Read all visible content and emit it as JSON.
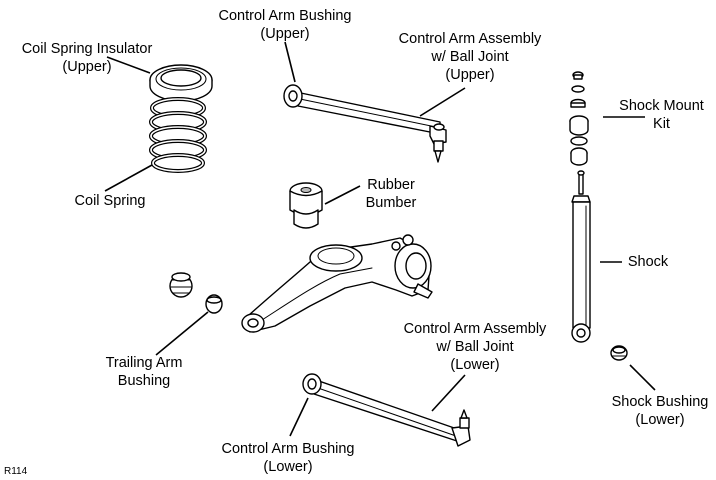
{
  "labels": {
    "control_arm_bushing_upper": [
      "Control Arm Bushing",
      "(Upper)"
    ],
    "coil_spring_insulator_upper": [
      "Coil Spring Insulator",
      "(Upper)"
    ],
    "control_arm_assembly_upper": [
      "Control Arm Assembly",
      "w/ Ball Joint",
      "(Upper)"
    ],
    "shock_mount_kit": [
      "Shock Mount",
      "Kit"
    ],
    "coil_spring": [
      "Coil Spring"
    ],
    "rubber_bumber": [
      "Rubber",
      "Bumber"
    ],
    "shock": [
      "Shock"
    ],
    "control_arm_assembly_lower": [
      "Control Arm Assembly",
      "w/ Ball Joint",
      "(Lower)"
    ],
    "trailing_arm_bushing": [
      "Trailing Arm",
      "Bushing"
    ],
    "shock_bushing_lower": [
      "Shock Bushing",
      "(Lower)"
    ],
    "control_arm_bushing_lower": [
      "Control Arm Bushing",
      "(Lower)"
    ]
  },
  "reference_code": "R114"
}
